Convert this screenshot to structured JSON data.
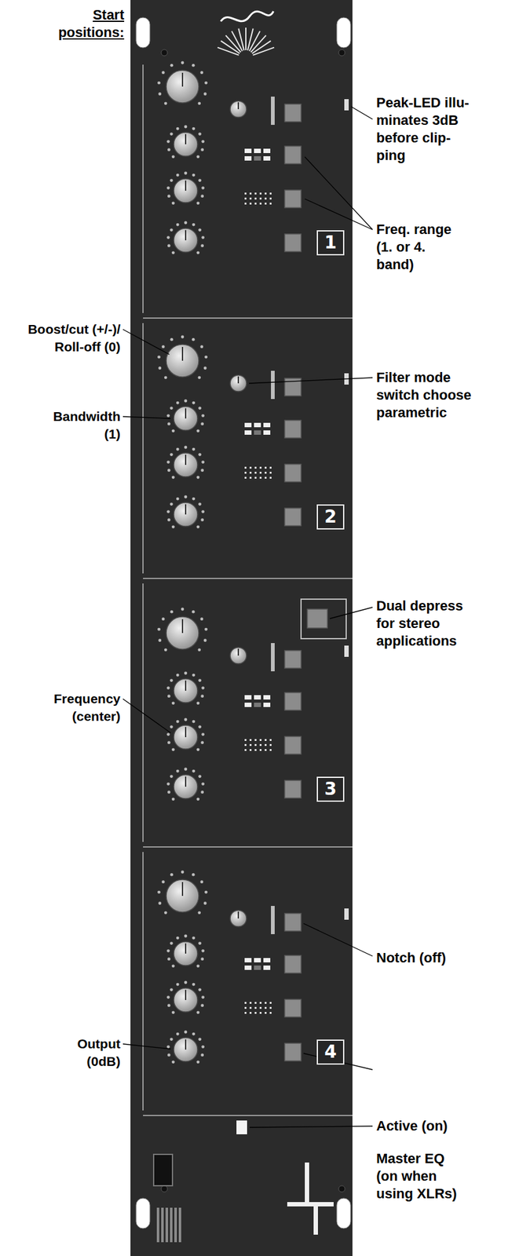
{
  "diagram": {
    "title": "Start positions:",
    "nodes": [
      {
        "text": [
          "1"
        ]
      },
      {
        "text": [
          "2"
        ]
      },
      {
        "text": [
          "3"
        ]
      },
      {
        "text": [
          "4"
        ]
      }
    ],
    "labels": [
      "Peak-LED illu- minates 3dB before clip- ping",
      "Freq. range (1. or 4. band)",
      "Boost/cut (+/-)/ Roll-off (0)",
      "Filter mode switch choose parametric",
      "Bandwidth (1)",
      "Dual depress for stereo applications",
      "Frequency (center)",
      "Notch (off)",
      "Output (0dB)",
      "Active (on)",
      "Master EQ (on when using XLRs)"
    ]
  }
}
